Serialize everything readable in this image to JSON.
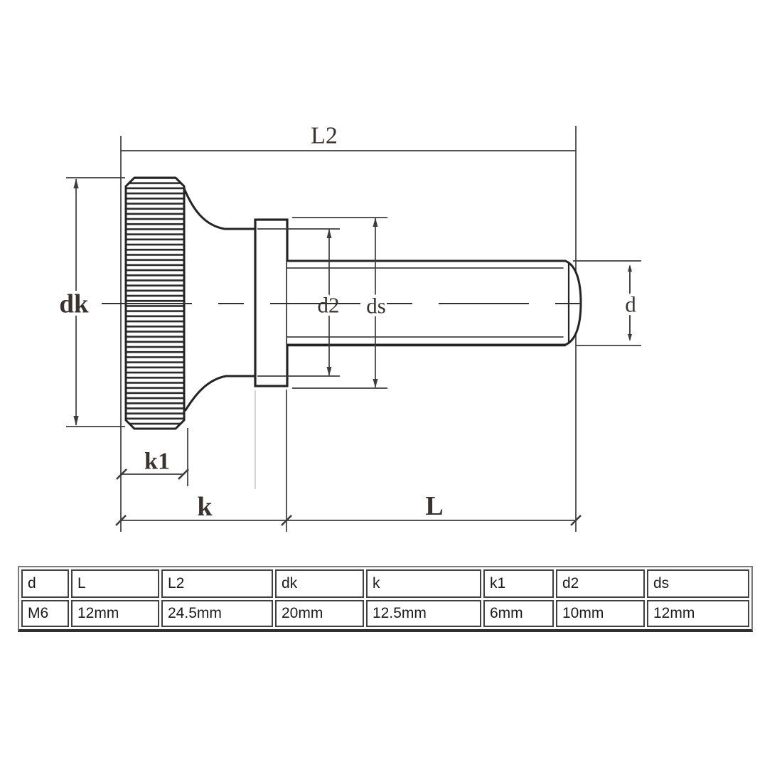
{
  "diagram": {
    "description": "knurled thumb screw side-view technical drawing",
    "labels": {
      "L2": "L2",
      "dk": "dk",
      "d2": "d2",
      "ds": "ds",
      "d": "d",
      "k1": "k1",
      "k": "k",
      "L": "L"
    }
  },
  "table": {
    "headers": [
      "d",
      "L",
      "L2",
      "dk",
      "k",
      "k1",
      "d2",
      "ds"
    ],
    "values": [
      "M6",
      "12mm",
      "24.5mm",
      "20mm",
      "12.5mm",
      "6mm",
      "10mm",
      "12mm"
    ]
  },
  "colors": {
    "background": "#ffffff",
    "outline": "#242424",
    "dimension_line": "#3c3c3c",
    "label_text": "#3a322e",
    "table_border": "#404040",
    "table_text": "#1b1b1b"
  }
}
